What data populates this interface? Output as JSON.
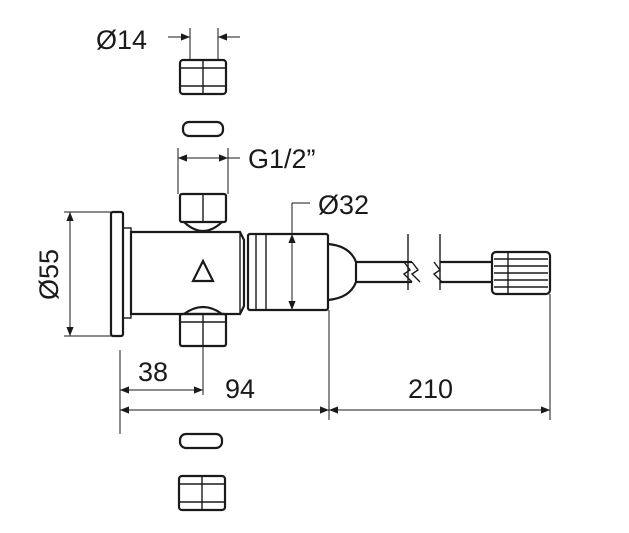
{
  "dimensions": {
    "nut_diameter": "Ø14",
    "thread": "G1/2”",
    "button_diameter": "Ø32",
    "flange_diameter": "Ø55",
    "inlet_offset": "38",
    "body_length": "94",
    "hose_length": "210"
  },
  "colors": {
    "ink": "#1a1a1a",
    "background": "#ffffff"
  },
  "icons": {
    "body_marking": "triangle-icon"
  }
}
